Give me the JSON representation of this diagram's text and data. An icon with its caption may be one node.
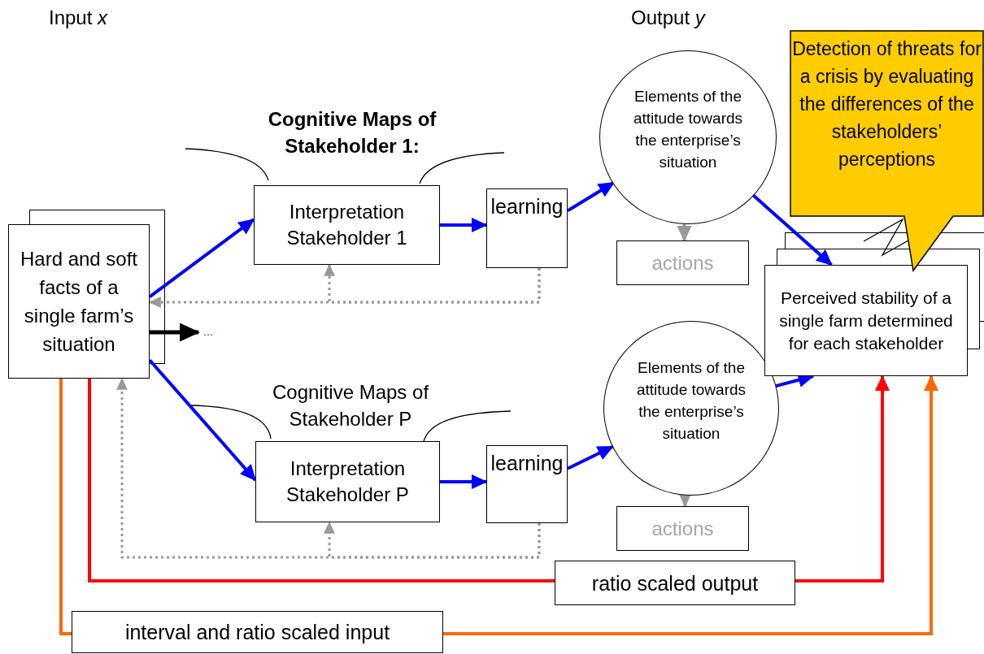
{
  "diagram": {
    "nodes": [
      {
        "text": [
          "Hard and soft facts of a single farm’s situation"
        ]
      },
      {
        "text": [
          "Interpretation Stakeholder 1"
        ],
        "beside": [
          "**Cognitive Maps of Stakeholder 1:**"
        ]
      },
      {
        "text": [
          "learning"
        ]
      },
      {
        "text": [
          "Elements of the attitude towards the enterprise’s situation"
        ]
      },
      {
        "text": [
          "actions"
        ]
      },
      {
        "text": [
          "Interpretation Stakeholder P"
        ],
        "beside": [
          "Cognitive Maps of Stakeholder P"
        ]
      },
      {
        "text": [
          "learning"
        ]
      },
      {
        "text": [
          "Elements of the attitude towards the enterprise’s situation"
        ]
      },
      {
        "text": [
          "actions"
        ]
      },
      {
        "text": [
          "Perceived stability of a single farm determined for each stakeholder"
        ]
      },
      {
        "text": [
          "Detection of threats for a crisis by evaluating the differences of the stakeholders’ perceptions"
        ]
      },
      {
        "text": [
          "ratio scaled output"
        ]
      },
      {
        "text": [
          "interval and ratio scaled input"
        ]
      },
      {
        "text": [
          "…"
        ]
      }
    ],
    "edges": [
      {
        "from": 0,
        "to": 1,
        "arrow": "to"
      },
      {
        "from": 1,
        "to": 2,
        "arrow": "to"
      },
      {
        "from": 2,
        "to": 3,
        "arrow": "to"
      },
      {
        "from": 3,
        "to": 4,
        "arrow": "to",
        "color": "#999999"
      },
      {
        "from": 3,
        "to": 9,
        "arrow": "to"
      },
      {
        "from": 2,
        "to": 1,
        "arrow": "to",
        "style": "dashed",
        "color": "#999999"
      },
      {
        "from": 2,
        "to": 0,
        "arrow": "to",
        "style": "dashed",
        "color": "#999999"
      },
      {
        "from": 0,
        "to": 5,
        "arrow": "to"
      },
      {
        "from": 5,
        "to": 6,
        "arrow": "to"
      },
      {
        "from": 6,
        "to": 7,
        "arrow": "to"
      },
      {
        "from": 7,
        "to": 8,
        "arrow": "to",
        "color": "#999999"
      },
      {
        "from": 7,
        "to": 9,
        "arrow": "to"
      },
      {
        "from": 6,
        "to": 5,
        "arrow": "to",
        "style": "dashed",
        "color": "#999999"
      },
      {
        "from": 6,
        "to": 0,
        "arrow": "to",
        "style": "dashed",
        "color": "#999999"
      },
      {
        "from": 0,
        "to": 11,
        "arrow": "none",
        "color": "#ff0000"
      },
      {
        "from": 11,
        "to": 9,
        "arrow": "to",
        "color": "#ff0000"
      },
      {
        "from": 0,
        "to": 12,
        "arrow": "none",
        "color": "#ff6600"
      },
      {
        "from": 12,
        "to": 9,
        "arrow": "to",
        "color": "#ff6600"
      },
      {
        "from": 0,
        "to": 13,
        "arrow": "to",
        "color": "#000000"
      }
    ],
    "labels": [
      "Input *x*",
      "Output *y*"
    ]
  }
}
